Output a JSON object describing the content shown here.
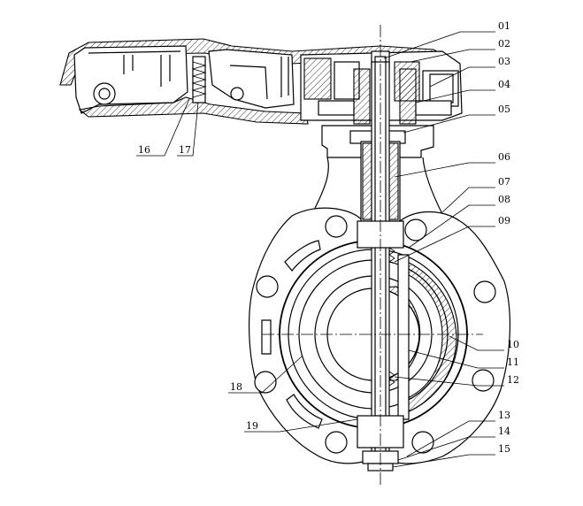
{
  "diagram": {
    "callouts_right": [
      "01",
      "02",
      "03",
      "04",
      "05",
      "06",
      "07",
      "08",
      "09",
      "10",
      "11",
      "12",
      "13",
      "14",
      "15"
    ],
    "callouts_left": [
      "16",
      "17",
      "18",
      "19"
    ]
  }
}
